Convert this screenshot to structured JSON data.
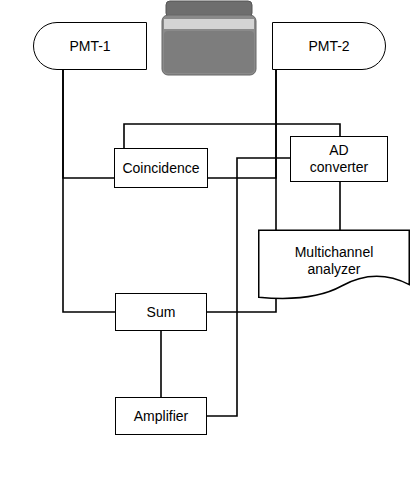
{
  "diagram": {
    "nodes": [
      {
        "text": [
          "PMT-1"
        ]
      },
      {
        "text": [
          "PMT-2"
        ]
      },
      {
        "text": [
          "Coincidence"
        ]
      },
      {
        "text": [
          "AD converter"
        ]
      },
      {
        "text": [
          "Multichannel analyzer"
        ]
      },
      {
        "text": [
          "Sum"
        ]
      },
      {
        "text": [
          "Amplifier"
        ]
      }
    ],
    "edges": [
      {
        "from": 0,
        "to": 2,
        "arrow": "none"
      },
      {
        "from": 1,
        "to": 2,
        "arrow": "none"
      },
      {
        "from": 0,
        "to": 5,
        "arrow": "none"
      },
      {
        "from": 1,
        "to": 5,
        "arrow": "none"
      },
      {
        "from": 2,
        "to": 3,
        "arrow": "none"
      },
      {
        "from": 5,
        "to": 6,
        "arrow": "none"
      },
      {
        "from": 6,
        "to": 3,
        "arrow": "none"
      },
      {
        "from": 3,
        "to": 4,
        "arrow": "none"
      }
    ]
  }
}
